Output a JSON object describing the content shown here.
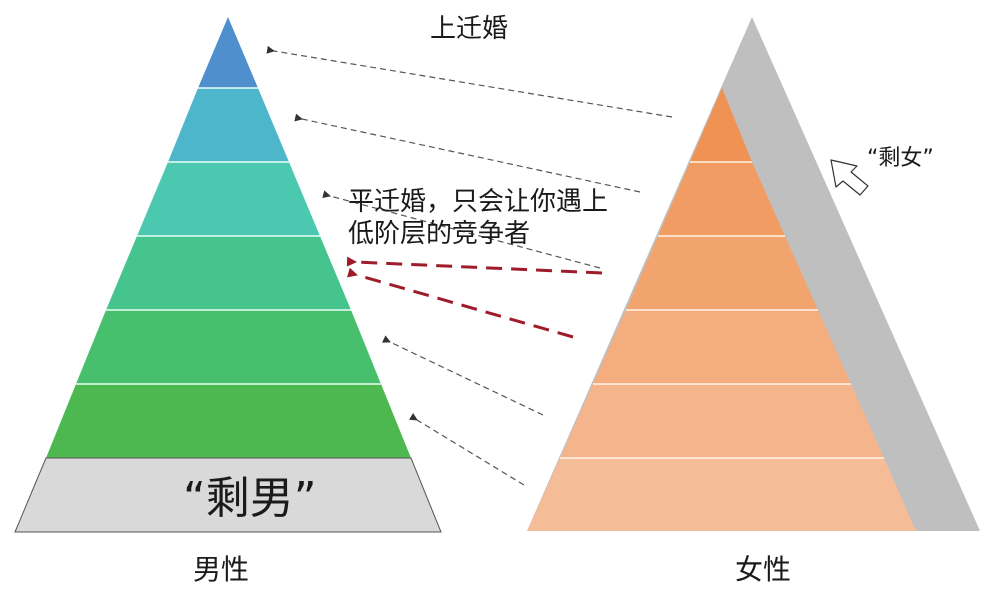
{
  "title_top": "上迁婚",
  "note": {
    "line1": "平迁婚，只会让你遇上",
    "line2": "低阶层的竞争者"
  },
  "left_pyramid": {
    "label": "男性",
    "leftover_label": "“剩男”",
    "band_colors": [
      "#4f8fcd",
      "#4eb6cb",
      "#4cc8b1",
      "#46c48e",
      "#47bf6c",
      "#4cb84f"
    ],
    "leftover_color": "#d9d9d9"
  },
  "right_pyramid": {
    "label": "女性",
    "leftover_label": "“剩女”",
    "band_colors": [
      "#ef9254",
      "#f19c62",
      "#f2a46f",
      "#f3ad7e",
      "#f4b58c",
      "#f5bc98"
    ],
    "leftover_color": "#bfbfbf"
  },
  "arrow_colors": {
    "normal": "#555555",
    "highlight": "#9e1c2a"
  }
}
